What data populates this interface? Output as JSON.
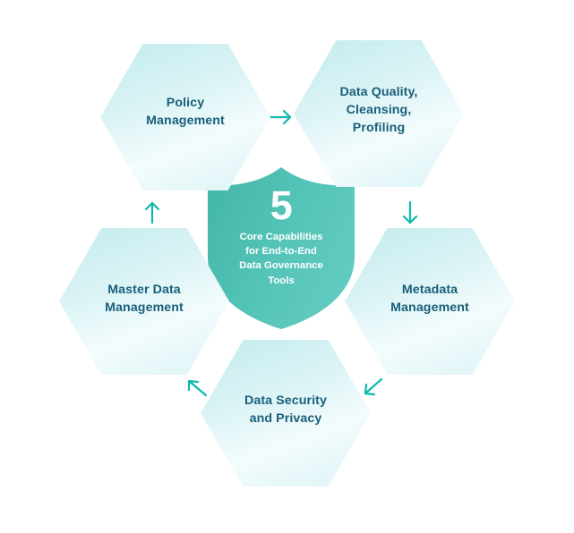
{
  "diagram": {
    "title": "5 Core Capabilities for End-to-End Data Governance Tools",
    "center": {
      "number": "5",
      "caption": "Core Capabilities\nfor End-to-End\nData Governance\nTools",
      "shape": "shield-shape",
      "fill_left": "#46b9ac",
      "fill_right": "#63cbbf",
      "text_color": "#ffffff"
    },
    "nodes": [
      {
        "id": "policy",
        "label": "Policy\nManagement",
        "shape": "hexagon-shape",
        "fill_start": "#cbedef",
        "fill_end": "#f0fbfc",
        "text_color": "#185f7a"
      },
      {
        "id": "data-quality",
        "label": "Data Quality,\nCleansing,\nProfiling",
        "shape": "hexagon-shape",
        "fill_start": "#cbedef",
        "fill_end": "#f0fbfc",
        "text_color": "#185f7a"
      },
      {
        "id": "metadata",
        "label": "Metadata\nManagement",
        "shape": "hexagon-shape",
        "fill_start": "#cbedef",
        "fill_end": "#f0fbfc",
        "text_color": "#185f7a"
      },
      {
        "id": "security",
        "label": "Data Security\nand Privacy",
        "shape": "hexagon-shape",
        "fill_start": "#cbedef",
        "fill_end": "#f0fbfc",
        "text_color": "#185f7a"
      },
      {
        "id": "master-data",
        "label": "Master Data\nManagement",
        "shape": "hexagon-shape",
        "fill_start": "#cbedef",
        "fill_end": "#f0fbfc",
        "text_color": "#185f7a"
      }
    ],
    "arrows": [
      {
        "id": "policy-to-data-quality",
        "glyph": "→",
        "direction": "right",
        "color": "#0fb9ab"
      },
      {
        "id": "data-quality-to-metadata",
        "glyph": "↓",
        "direction": "down",
        "color": "#0fb9ab"
      },
      {
        "id": "metadata-to-security",
        "glyph": "↙",
        "direction": "down-left",
        "color": "#0fb9ab"
      },
      {
        "id": "security-to-master-data",
        "glyph": "↖",
        "direction": "up-left",
        "color": "#0fb9ab"
      },
      {
        "id": "master-data-to-policy",
        "glyph": "↑",
        "direction": "up",
        "color": "#0fb9ab"
      }
    ]
  }
}
